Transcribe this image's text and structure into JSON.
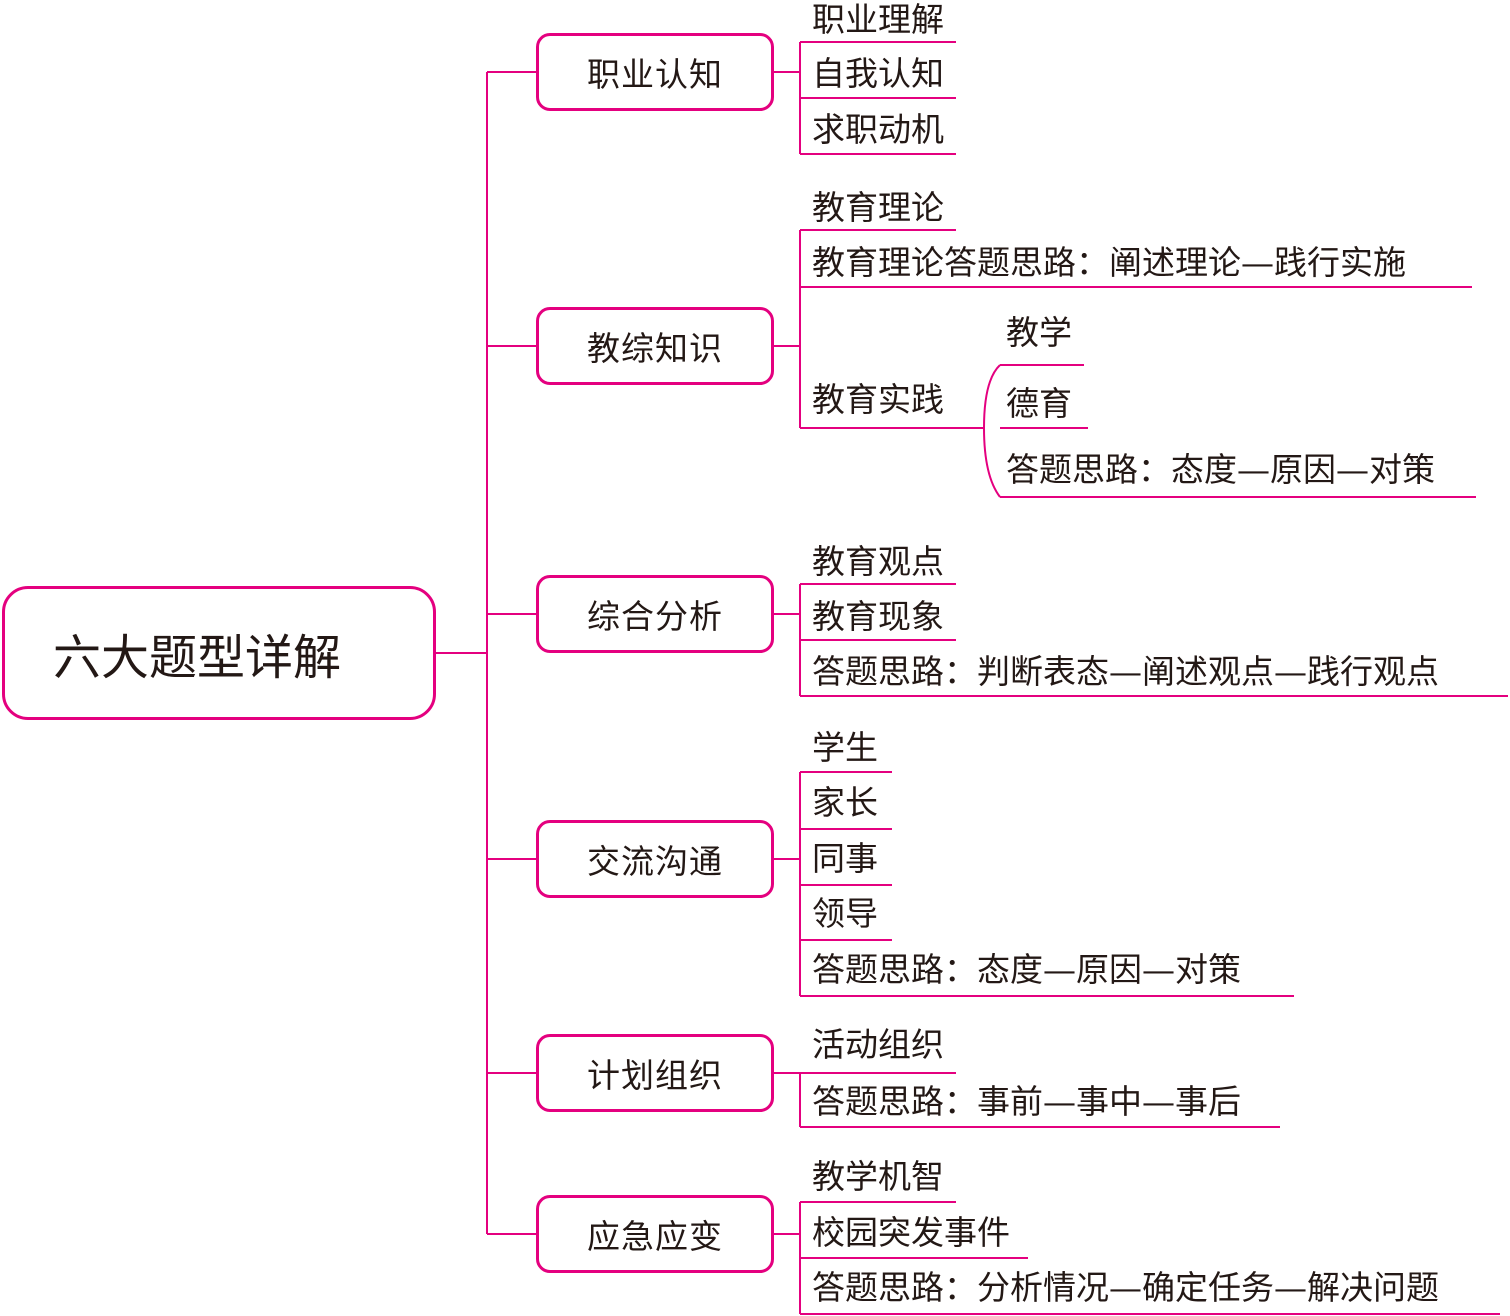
{
  "root": "六大题型详解",
  "colors": {
    "accent": "#e4007f",
    "text": "#231815"
  },
  "categories": [
    {
      "label": "职业认知",
      "items": [
        "职业理解",
        "自我认知",
        "求职动机"
      ]
    },
    {
      "label": "教综知识",
      "items": [
        "教育理论",
        "教育理论答题思路：阐述理论—践行实施",
        "教育实践"
      ],
      "practice": [
        "教学",
        "德育",
        "答题思路：态度—原因—对策"
      ]
    },
    {
      "label": "综合分析",
      "items": [
        "教育观点",
        "教育现象",
        "答题思路：判断表态—阐述观点—践行观点"
      ]
    },
    {
      "label": "交流沟通",
      "items": [
        "学生",
        "家长",
        "同事",
        "领导",
        "答题思路：态度—原因—对策"
      ]
    },
    {
      "label": "计划组织",
      "items": [
        "活动组织",
        "答题思路：事前—事中—事后"
      ]
    },
    {
      "label": "应急应变",
      "items": [
        "教学机智",
        "校园突发事件",
        "答题思路：分析情况—确定任务—解决问题"
      ]
    }
  ]
}
